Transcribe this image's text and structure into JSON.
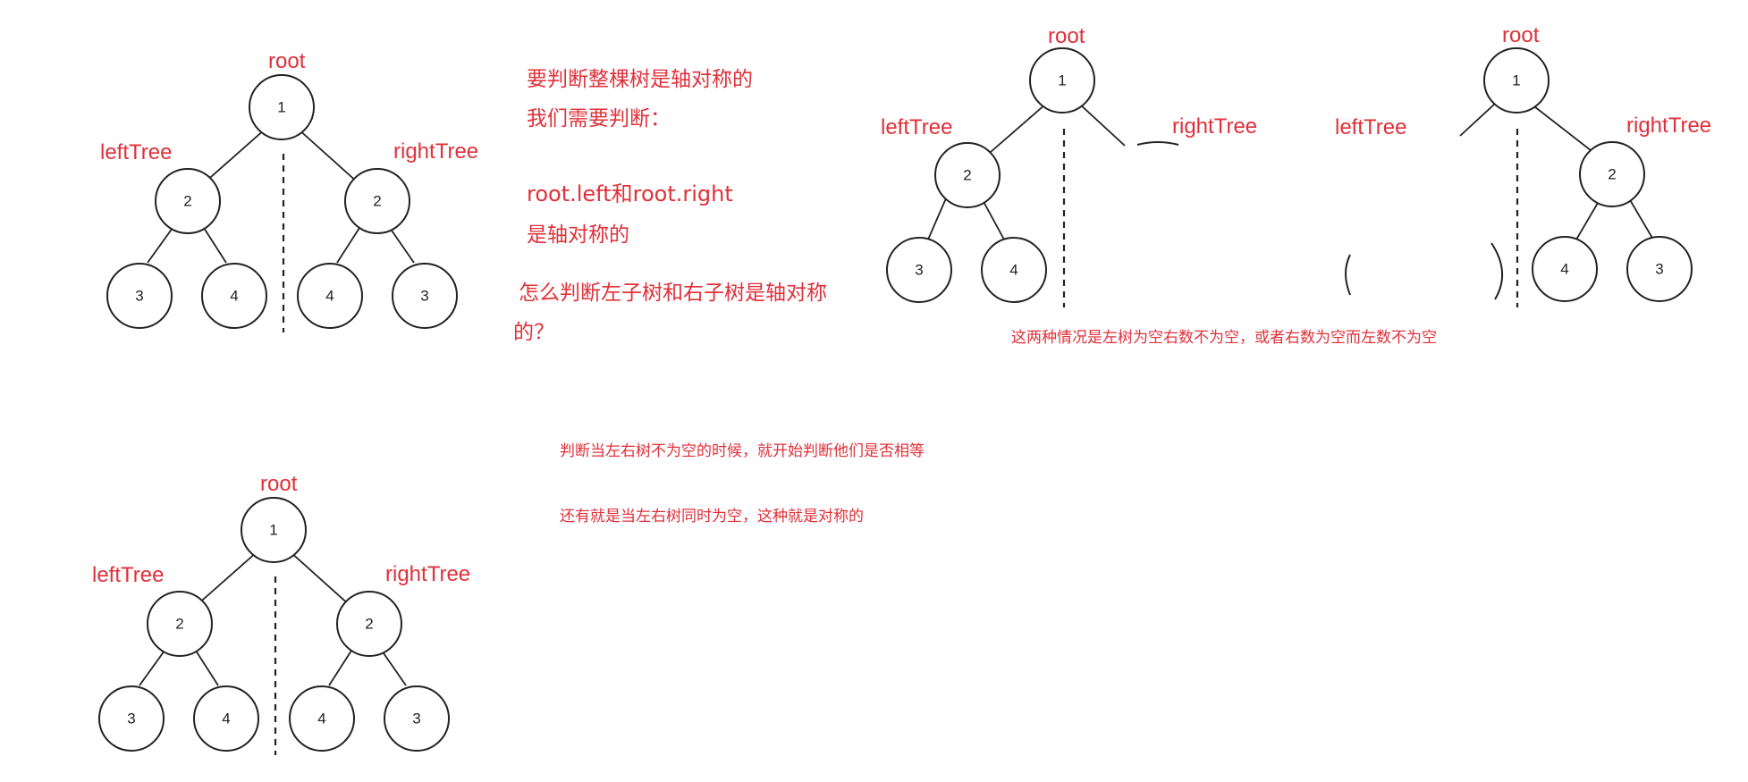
{
  "labels": {
    "root": "root",
    "left_tree": "leftTree",
    "right_tree": "rightTree"
  },
  "trees": {
    "top_left": {
      "root": "1",
      "left": "2",
      "right": "2",
      "left_left": "3",
      "left_right": "4",
      "right_left": "4",
      "right_right": "3"
    },
    "top_mid": {
      "root": "1",
      "left": "2",
      "left_left": "3",
      "left_right": "4"
    },
    "top_right": {
      "root": "1",
      "right": "2",
      "right_left": "4",
      "right_right": "3"
    },
    "bottom_left": {
      "root": "1",
      "left": "2",
      "right": "2",
      "left_left": "3",
      "left_right": "4",
      "right_left": "4",
      "right_right": "3"
    }
  },
  "notes": {
    "q_line1": "要判断整棵树是轴对称的",
    "q_line2": "我们需要判断：",
    "q_line3": "root.left和root.right",
    "q_line4": "是轴对称的",
    "q_line5": "怎么判断左子树和右子树是轴对称",
    "q_line6": "的？",
    "empty_case": "这两种情况是左树为空右数不为空，或者右数为空而左数不为空",
    "non_empty_case": "判断当左右树不为空的时候，就开始判断他们是否相等",
    "both_empty_case": "还有就是当左右树同时为空，这种就是对称的"
  },
  "colors": {
    "accent": "#e0303a",
    "stroke": "#222222"
  }
}
